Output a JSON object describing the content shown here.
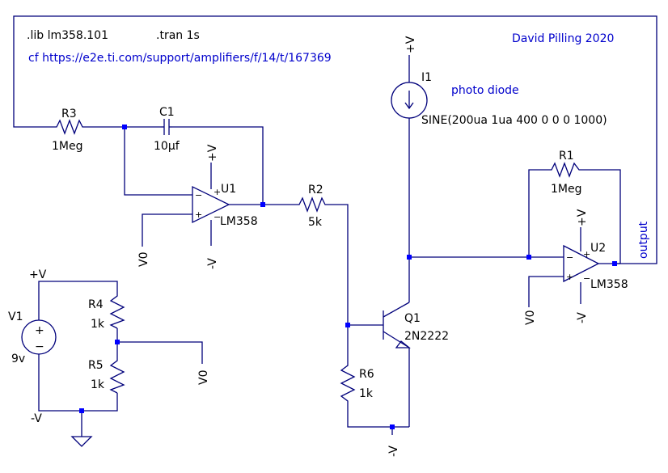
{
  "directives": {
    "lib": ".lib lm358.101",
    "tran": ".tran 1s",
    "link": "cf https://e2e.ti.com/support/amplifiers/f/14/t/167369",
    "author": "David Pilling 2020"
  },
  "components": {
    "r3": {
      "name": "R3",
      "value": "1Meg"
    },
    "c1": {
      "name": "C1",
      "value": "10µf"
    },
    "u1": {
      "name": "U1",
      "model": "LM358"
    },
    "r2": {
      "name": "R2",
      "value": "5k"
    },
    "i1": {
      "name": "I1",
      "comment": "photo diode",
      "value": "SINE(200ua 1ua 400 0 0 0 1000)"
    },
    "r1": {
      "name": "R1",
      "value": "1Meg"
    },
    "u2": {
      "name": "U2",
      "model": "LM358"
    },
    "v1": {
      "name": "V1",
      "value": "9v"
    },
    "r4": {
      "name": "R4",
      "value": "1k"
    },
    "r5": {
      "name": "R5",
      "value": "1k"
    },
    "q1": {
      "name": "Q1",
      "model": "2N2222"
    },
    "r6": {
      "name": "R6",
      "value": "1k"
    }
  },
  "nets": {
    "vpos": "+V",
    "vneg": "-V",
    "v0": "V0",
    "output": "output"
  },
  "pin_signs": {
    "plus": "+",
    "minus": "−"
  }
}
